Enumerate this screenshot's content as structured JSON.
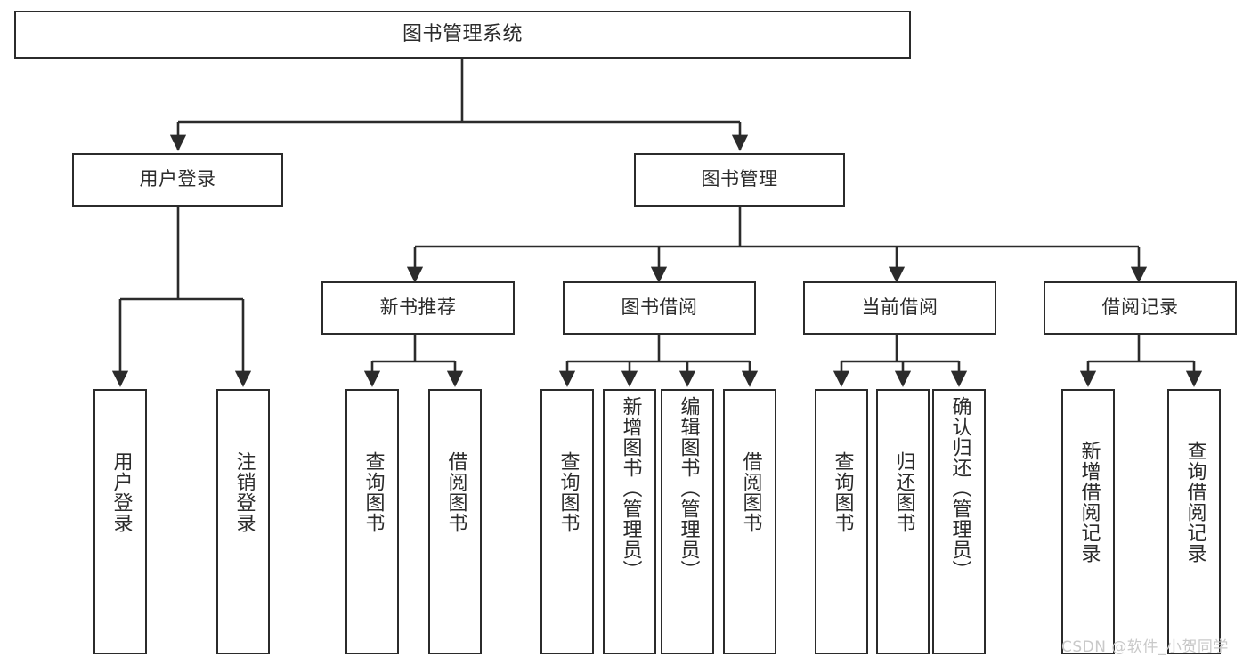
{
  "diagram": {
    "type": "tree-hierarchy",
    "title": "图书管理系统",
    "root": {
      "id": "root",
      "label": "图书管理系统"
    },
    "level2": [
      {
        "id": "user-login",
        "label": "用户登录"
      },
      {
        "id": "book-manage",
        "label": "图书管理"
      }
    ],
    "level3": [
      {
        "id": "new-book-recommend",
        "label": "新书推荐",
        "parent": "book-manage"
      },
      {
        "id": "book-borrow",
        "label": "图书借阅",
        "parent": "book-manage"
      },
      {
        "id": "current-borrow",
        "label": "当前借阅",
        "parent": "book-manage"
      },
      {
        "id": "borrow-record",
        "label": "借阅记录",
        "parent": "book-manage"
      }
    ],
    "leaves": [
      {
        "id": "leaf-user-login",
        "label": "用户登录",
        "parent": "user-login"
      },
      {
        "id": "leaf-logout",
        "label": "注销登录",
        "parent": "user-login"
      },
      {
        "id": "leaf-query-book-1",
        "label": "查询图书",
        "parent": "new-book-recommend"
      },
      {
        "id": "leaf-borrow-book-1",
        "label": "借阅图书",
        "parent": "new-book-recommend"
      },
      {
        "id": "leaf-query-book-2",
        "label": "查询图书",
        "parent": "book-borrow"
      },
      {
        "id": "leaf-add-book",
        "label": "新增图书（管理员）",
        "parent": "book-borrow"
      },
      {
        "id": "leaf-edit-book",
        "label": "编辑图书（管理员）",
        "parent": "book-borrow"
      },
      {
        "id": "leaf-borrow-book-2",
        "label": "借阅图书",
        "parent": "book-borrow"
      },
      {
        "id": "leaf-query-book-3",
        "label": "查询图书",
        "parent": "current-borrow"
      },
      {
        "id": "leaf-return-book",
        "label": "归还图书",
        "parent": "current-borrow"
      },
      {
        "id": "leaf-confirm-return",
        "label": "确认归还（管理员）",
        "parent": "current-borrow"
      },
      {
        "id": "leaf-add-record",
        "label": "新增借阅记录",
        "parent": "borrow-record"
      },
      {
        "id": "leaf-query-record",
        "label": "查询借阅记录",
        "parent": "borrow-record"
      }
    ],
    "colors": {
      "stroke": "#2b2b2b",
      "fill": "#ffffff",
      "text": "#2b2b2b",
      "watermark": "#c9c9c9"
    }
  },
  "watermark": {
    "text": "CSDN @软件_小贺同学"
  }
}
